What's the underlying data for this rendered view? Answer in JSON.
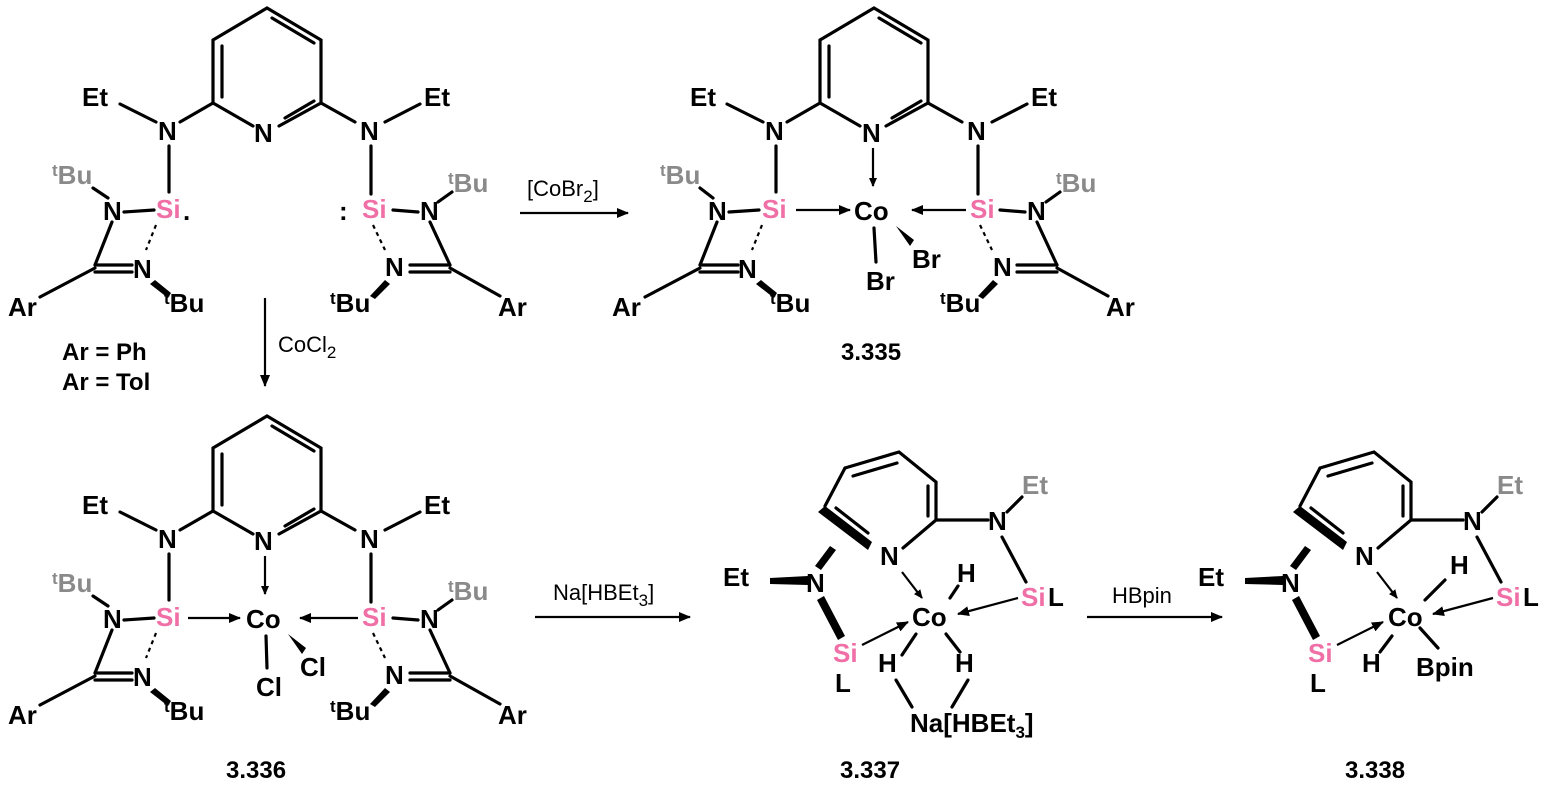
{
  "atoms": {
    "et": "Et",
    "n": "N",
    "si": "Si",
    "co": "Co",
    "br": "Br",
    "cl": "Cl",
    "ar": "Ar",
    "h": "H",
    "l": "L",
    "t": "t",
    "bu": "Bu",
    "bpin": "Bpin",
    "na_complex": "Na[HBEt",
    "na_complex_sub": "3",
    "na_complex_end": "]"
  },
  "ligand_legend": [
    "Ar = Ph",
    "Ar = Tol"
  ],
  "reagents": {
    "cobr2_prefix": "[CoBr",
    "cobr2_sub": "2",
    "cobr2_end": "]",
    "cocl2_prefix": "CoCl",
    "cocl2_sub": "2",
    "nahbet3_prefix": "Na[HBEt",
    "nahbet3_sub": "3",
    "nahbet3_end": "]",
    "hbpin": "HBpin"
  },
  "compounds": [
    "3.335",
    "3.336",
    "3.337",
    "3.338"
  ],
  "colors": {
    "silicon": "#ef6fa6",
    "tbu_label": "#8a8a8a",
    "bond": "#000000"
  }
}
